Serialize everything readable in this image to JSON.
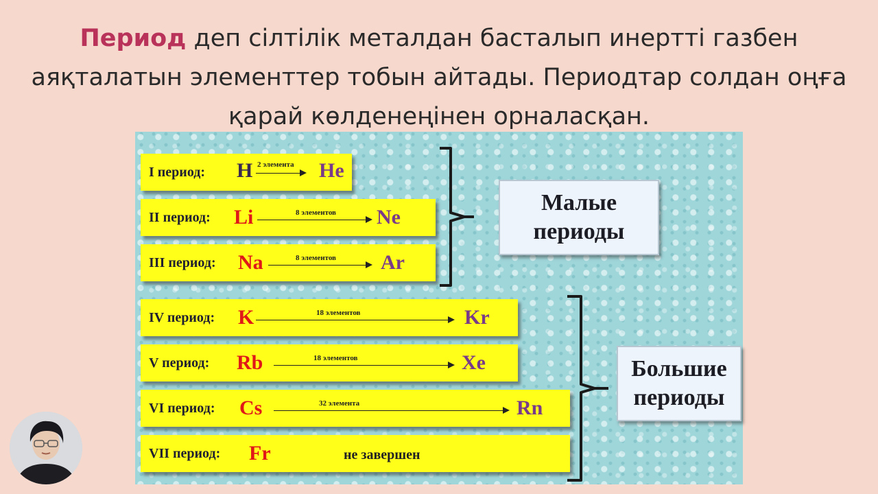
{
  "slide": {
    "heading_bold": "Период",
    "heading_rest": " деп сілтілік металдан басталып инертті газбен аяқталатын элементтер тобын айтады. Периодтар солдан оңға қарай көлденеңінен орналасқан."
  },
  "periods": [
    {
      "label": "I период:",
      "start": "H",
      "count": "2 элемента",
      "end": "He"
    },
    {
      "label": "II период:",
      "start": "Li",
      "count": "8 элементов",
      "end": "Ne"
    },
    {
      "label": "III период:",
      "start": "Na",
      "count": "8 элементов",
      "end": "Ar"
    },
    {
      "label": "IV период:",
      "start": "K",
      "count": "18  элементов",
      "end": "Kr"
    },
    {
      "label": "V период:",
      "start": "Rb",
      "count": "18  элементов",
      "end": "Xe"
    },
    {
      "label": "VI период:",
      "start": "Cs",
      "count": "32 элемента",
      "end": "Rn"
    },
    {
      "label": "VII  период:",
      "start": "Fr",
      "note": "не завершен"
    }
  ],
  "groups": {
    "small_line1": "Малые",
    "small_line2": "периоды",
    "large_line1": "Большие",
    "large_line2": "периоды"
  },
  "colors": {
    "background": "#f6d8cc",
    "highlight": "#b8325a",
    "bar": "#ffff1a",
    "start_element": "#e01818",
    "end_element": "#7a3a8a"
  }
}
